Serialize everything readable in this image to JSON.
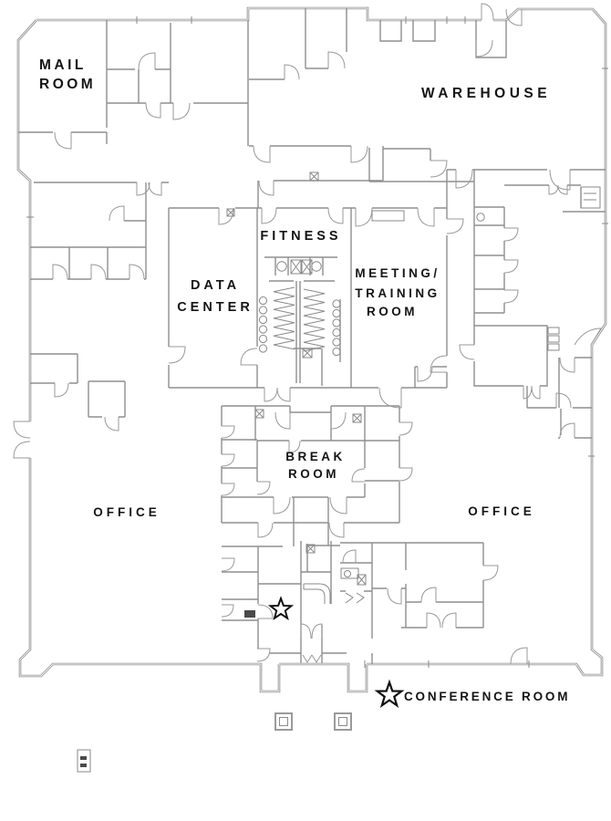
{
  "page": {
    "type": "architectural-floor-plan",
    "background": "#ffffff"
  },
  "rooms": {
    "mail_room": {
      "line1": "MAIL",
      "line2": "ROOM"
    },
    "warehouse": {
      "label": "WAREHOUSE"
    },
    "fitness": {
      "label": "FITNESS"
    },
    "data_center": {
      "line1": "DATA",
      "line2": "CENTER"
    },
    "meeting_training": {
      "line1": "MEETING/",
      "line2": "TRAINING",
      "line3": "ROOM"
    },
    "break_room": {
      "line1": "BREAK",
      "line2": "ROOM"
    },
    "office_west": {
      "label": "OFFICE"
    },
    "office_east": {
      "label": "OFFICE"
    }
  },
  "legend": {
    "label": "CONFERENCE ROOM",
    "symbol": "star-icon"
  },
  "markers": {
    "conference_room": "star-icon"
  },
  "colors": {
    "wall": "#8c8c8c",
    "text": "#141414",
    "background": "#ffffff"
  }
}
